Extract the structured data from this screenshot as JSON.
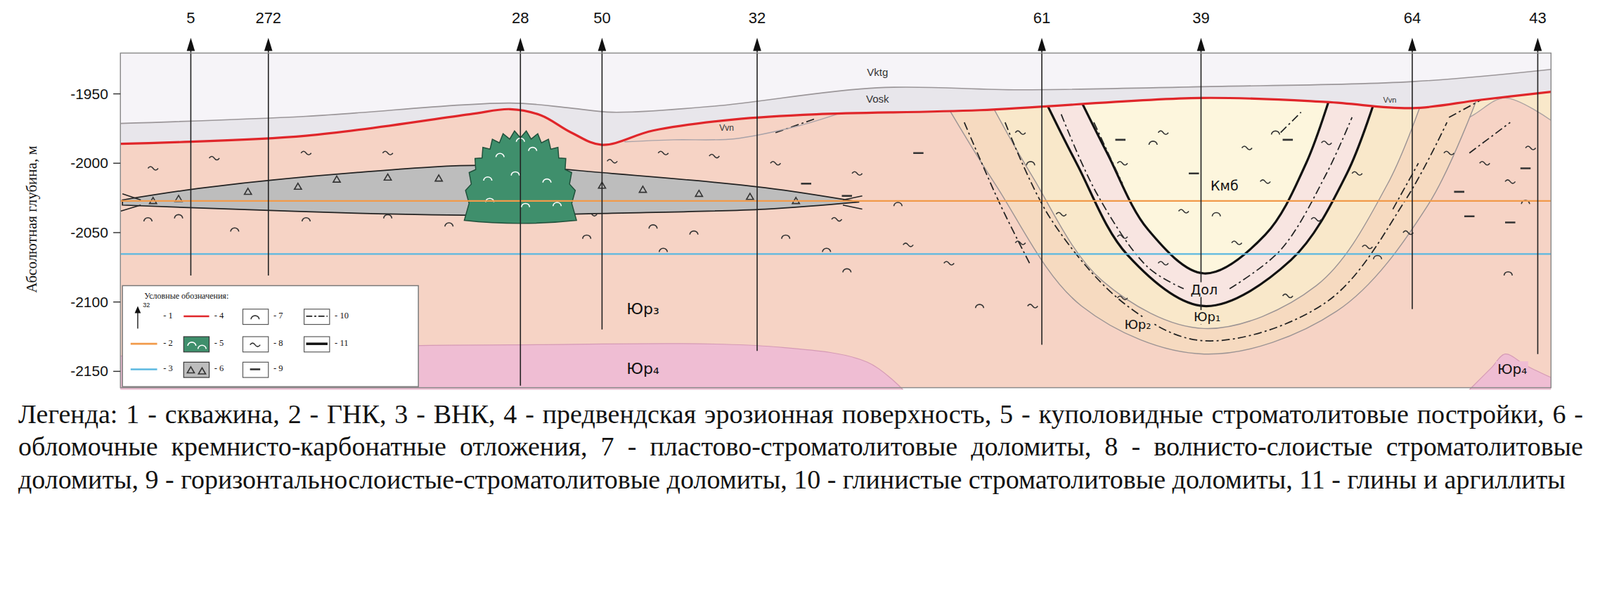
{
  "diagram": {
    "caption": "Легенда: 1 - скважина, 2 - ГНК, 3 - ВНК, 4 - предвендская эрозионная поверхность, 5 - куполовидные строматолитовые постройки, 6 - обломочные кремнисто-карбонатные отложения, 7 - пластово-строматолитовые доломиты, 8 - волнисто-слоистые строматолитовые доломиты, 9 - горизонтальнослоистые-строматолитовые доломиты, 10 - глинистые строматолитовые доломиты, 11 - глины и аргиллиты",
    "labels": [
      "5",
      "272",
      "28",
      "50",
      "32",
      "61",
      "39",
      "64",
      "43",
      "-1950",
      "-2000",
      "-2050",
      "-2100",
      "-2150",
      "Абсолютная глубина, м",
      "Vktg",
      "Vosk",
      "Vvn",
      "Vvn",
      "Кмб",
      "Дол",
      "Юр₁",
      "Юр₂",
      "Юр₃",
      "Юр₄",
      "Юр₄",
      "Условные обозначения:",
      "32"
    ],
    "legend": [
      {
        "text": "- 1"
      },
      {
        "text": "- 2"
      },
      {
        "text": "- 3"
      },
      {
        "text": "- 4"
      },
      {
        "text": "- 5",
        "color": "#3f8f6c"
      },
      {
        "text": "- 6",
        "color": "#bdbdbd"
      },
      {
        "text": "- 7"
      },
      {
        "text": "- 8"
      },
      {
        "text": "- 9"
      },
      {
        "text": "- 10"
      },
      {
        "text": "- 11"
      }
    ]
  }
}
